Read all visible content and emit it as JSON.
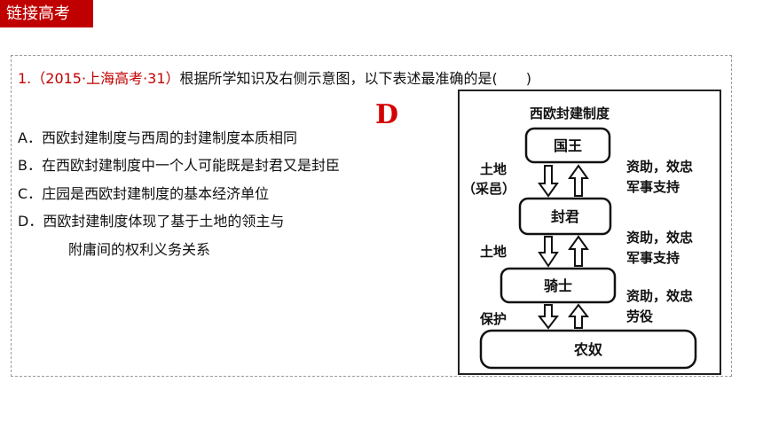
{
  "banner": {
    "title": "链接高考"
  },
  "question": {
    "number": "1.",
    "source": "（2015·上海高考·31）",
    "stem": "根据所学知识及右侧示意图，以下表述最准确的是(　　)",
    "answer": "D",
    "options": [
      {
        "text": "A．西欧封建制度与西周的封建制度本质相同"
      },
      {
        "text": "B．在西欧封建制度中一个人可能既是封君又是封臣"
      },
      {
        "text": "C．庄园是西欧封建制度的基本经济单位"
      },
      {
        "text": "D．西欧封建制度体现了基于土地的领主与"
      },
      {
        "text": "附庸间的权利义务关系"
      }
    ]
  },
  "diagram": {
    "title": "西欧封建制度",
    "nodes": [
      "国王",
      "封君",
      "骑士",
      "农奴"
    ],
    "left_labels": [
      [
        "土地",
        "（采邑）"
      ],
      [
        "土地"
      ],
      [
        "保护"
      ]
    ],
    "right_labels": [
      [
        "资助，效忠",
        "军事支持"
      ],
      [
        "资助，效忠",
        "军事支持"
      ],
      [
        "资助，效忠",
        "劳役"
      ]
    ]
  }
}
